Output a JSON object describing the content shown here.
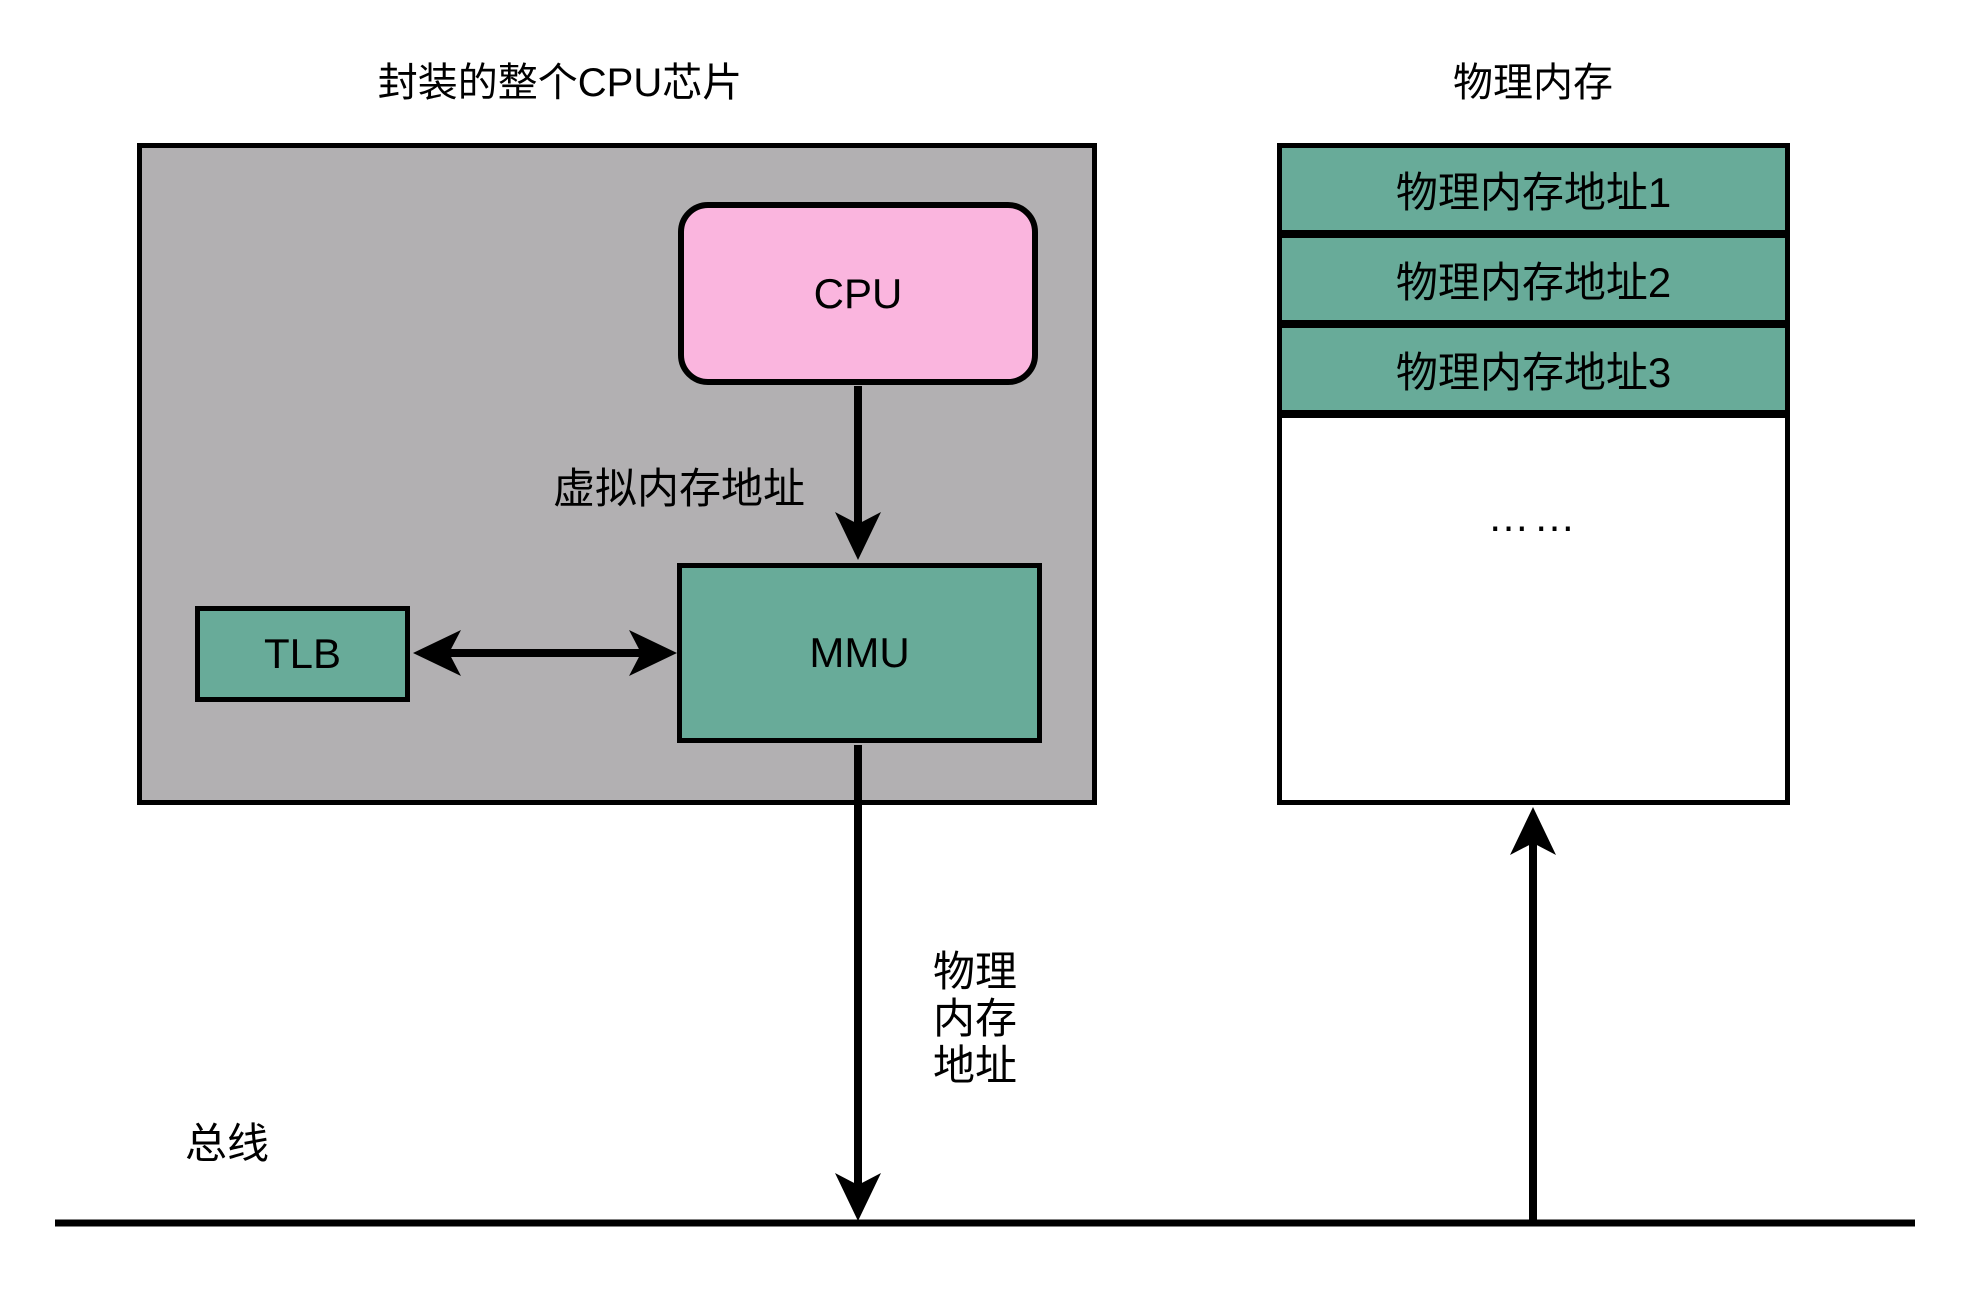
{
  "diagram": {
    "cpu_chip": {
      "title": "封装的整个CPU芯片",
      "cpu_label": "CPU",
      "mmu_label": "MMU",
      "tlb_label": "TLB",
      "virtual_address_label": "虚拟内存地址"
    },
    "memory": {
      "title": "物理内存",
      "rows": [
        "物理内存地址1",
        "物理内存地址2",
        "物理内存地址3"
      ],
      "ellipsis": "……"
    },
    "bus_label": "总线",
    "physical_address_label": "物理\n内存\n地址",
    "colors": {
      "chip_background": "#b2b0b2",
      "cpu_fill": "#fab5de",
      "teal_fill": "#68ab99",
      "line_color": "#000000",
      "page_background": "#ffffff"
    }
  }
}
